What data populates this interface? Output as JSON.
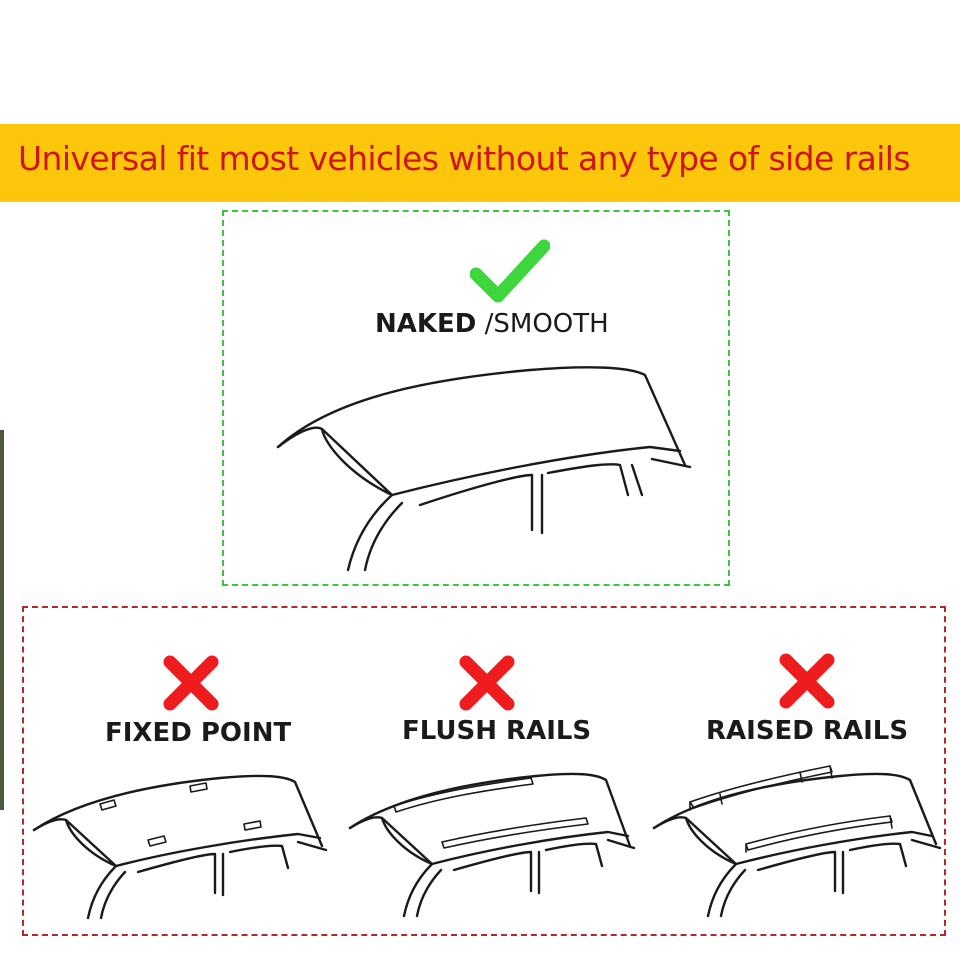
{
  "banner": {
    "text": "Universal fit most vehicles without any type of side rails",
    "background": "#fcc60a",
    "text_color": "#d0141d"
  },
  "compatible": {
    "icon": "checkmark-icon",
    "label_bold": "NAKED",
    "label_rest": " /SMOOTH",
    "border_color": "#3ec43e"
  },
  "incompatible": {
    "icon": "cross-icon",
    "border_color": "#b5282a",
    "items": [
      {
        "label": "FIXED POINT"
      },
      {
        "label": "FLUSH RAILS"
      },
      {
        "label": "RAISED RAILS"
      }
    ]
  }
}
